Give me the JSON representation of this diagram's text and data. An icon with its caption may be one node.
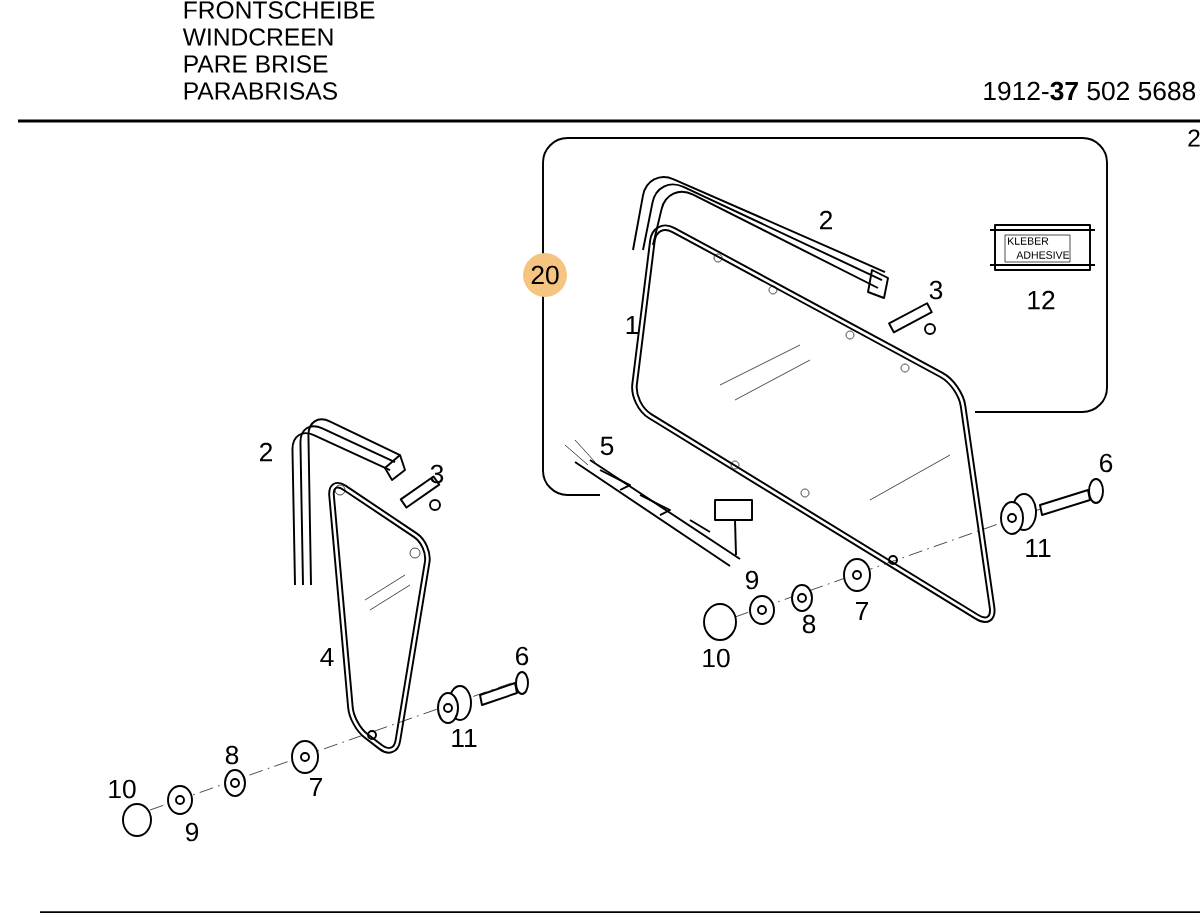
{
  "diagram": {
    "nodes": [
      {
        "text": [
          "20"
        ]
      }
    ],
    "labels": [
      "FRONTSCHEIBE",
      "WINDCREEN",
      "PARE BRISE",
      "PARABRISAS",
      "1912-**37** 502 5688",
      "2",
      "2",
      "KLEBER",
      "ADHESIVE",
      "3",
      "12",
      "1",
      "2",
      "5",
      "3",
      "6",
      "11",
      "9",
      "8",
      "7",
      "10",
      "4",
      "6",
      "11",
      "8",
      "7",
      "10",
      "9"
    ]
  }
}
